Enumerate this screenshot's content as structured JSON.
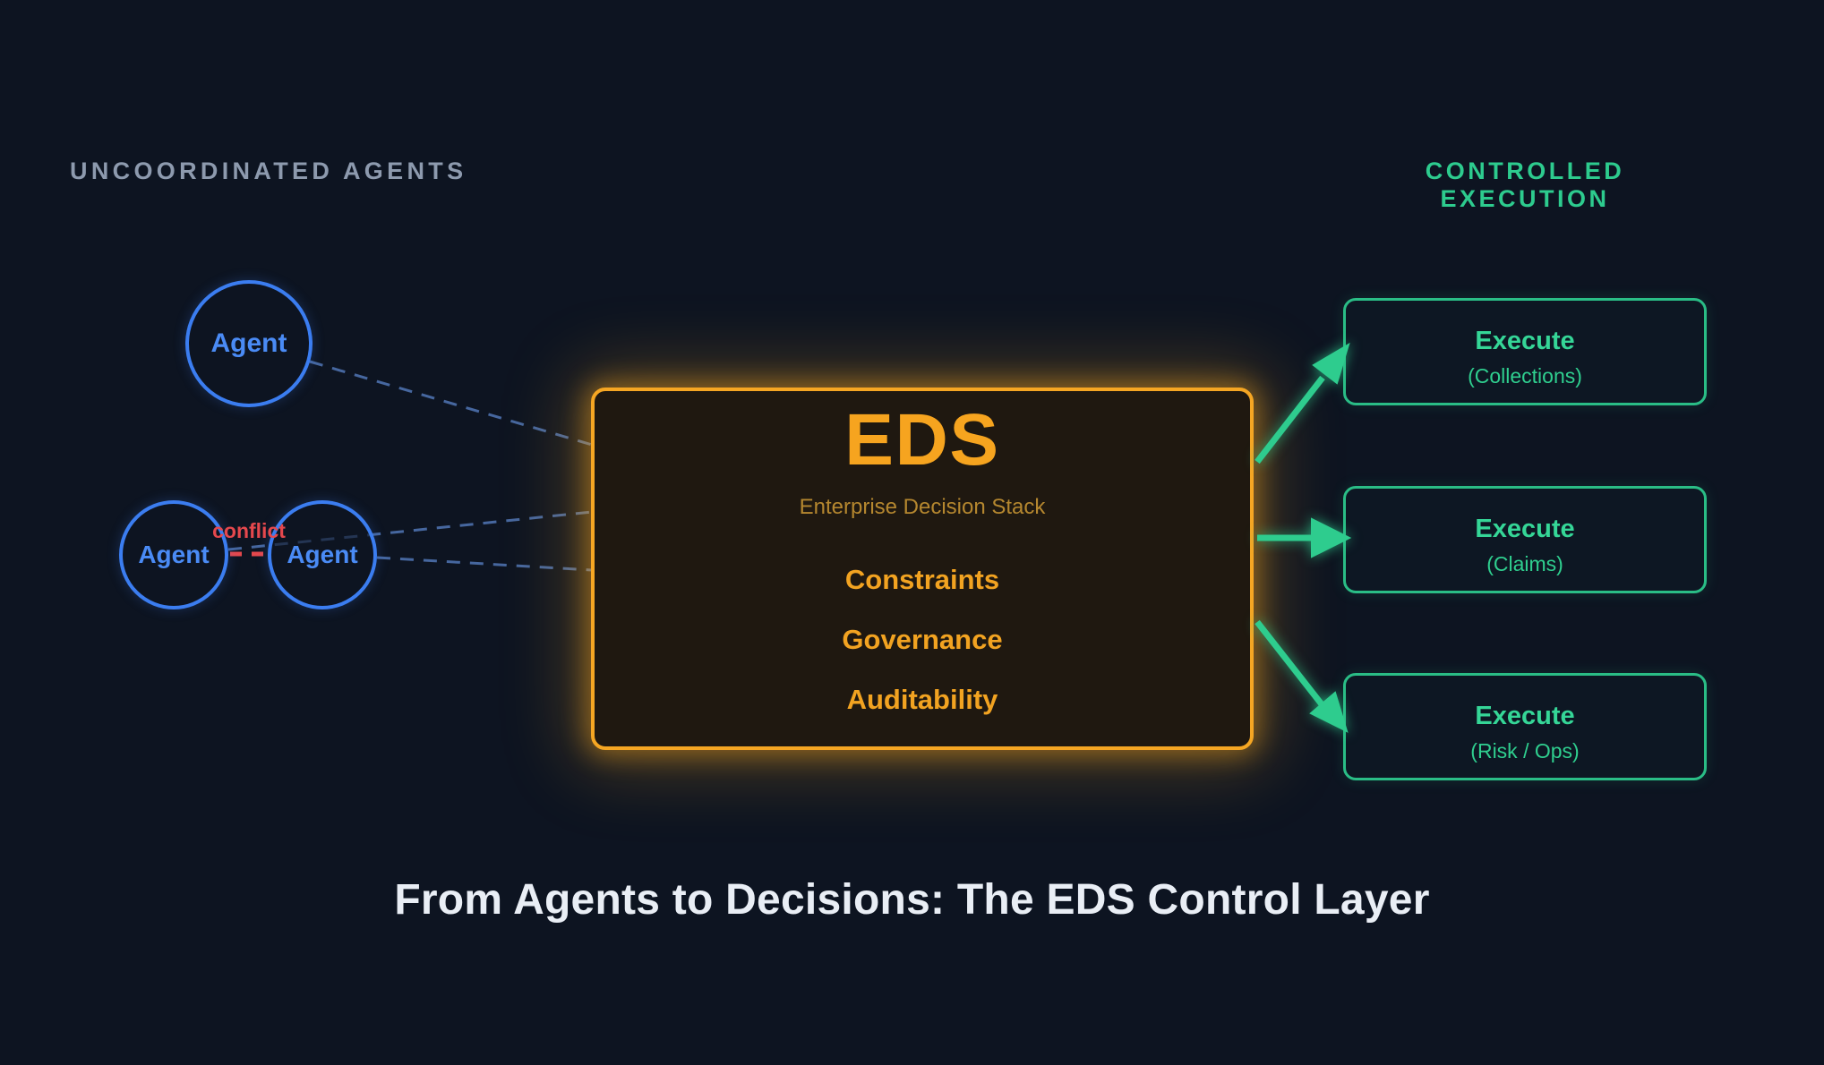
{
  "header": {
    "left_label": "UNCOORDINATED AGENTS",
    "right_label": "CONTROLLED EXECUTION"
  },
  "agents": {
    "top": {
      "label": "Agent"
    },
    "bottom_left": {
      "label": "Agent"
    },
    "bottom_right": {
      "label": "Agent"
    },
    "conflict_label": "conflict"
  },
  "eds": {
    "heading": "EDS",
    "subtitle": "Enterprise Decision Stack",
    "items": [
      "Constraints",
      "Governance",
      "Auditability"
    ]
  },
  "execute_boxes": [
    {
      "title": "Execute",
      "subtitle": "(Collections)"
    },
    {
      "title": "Execute",
      "subtitle": "(Claims)"
    },
    {
      "title": "Execute",
      "subtitle": "(Risk / Ops)"
    }
  ],
  "footer": {
    "title": "From Agents to Decisions: The EDS Control Layer"
  },
  "colors": {
    "background": "#0d1421",
    "orange_accent": "#f5a623",
    "orange_subtitle": "#b5872f",
    "eds_box_fill": "#1f1810",
    "green_accent": "#2ecc8e",
    "green_text": "#35d697",
    "blue_circle": "#3b7df0",
    "blue_text": "#4a8bf5",
    "gray_label": "#8d9aae",
    "red_conflict": "#e5484d",
    "dashed_connector": "#46679f",
    "title_text": "#e9eef5"
  }
}
